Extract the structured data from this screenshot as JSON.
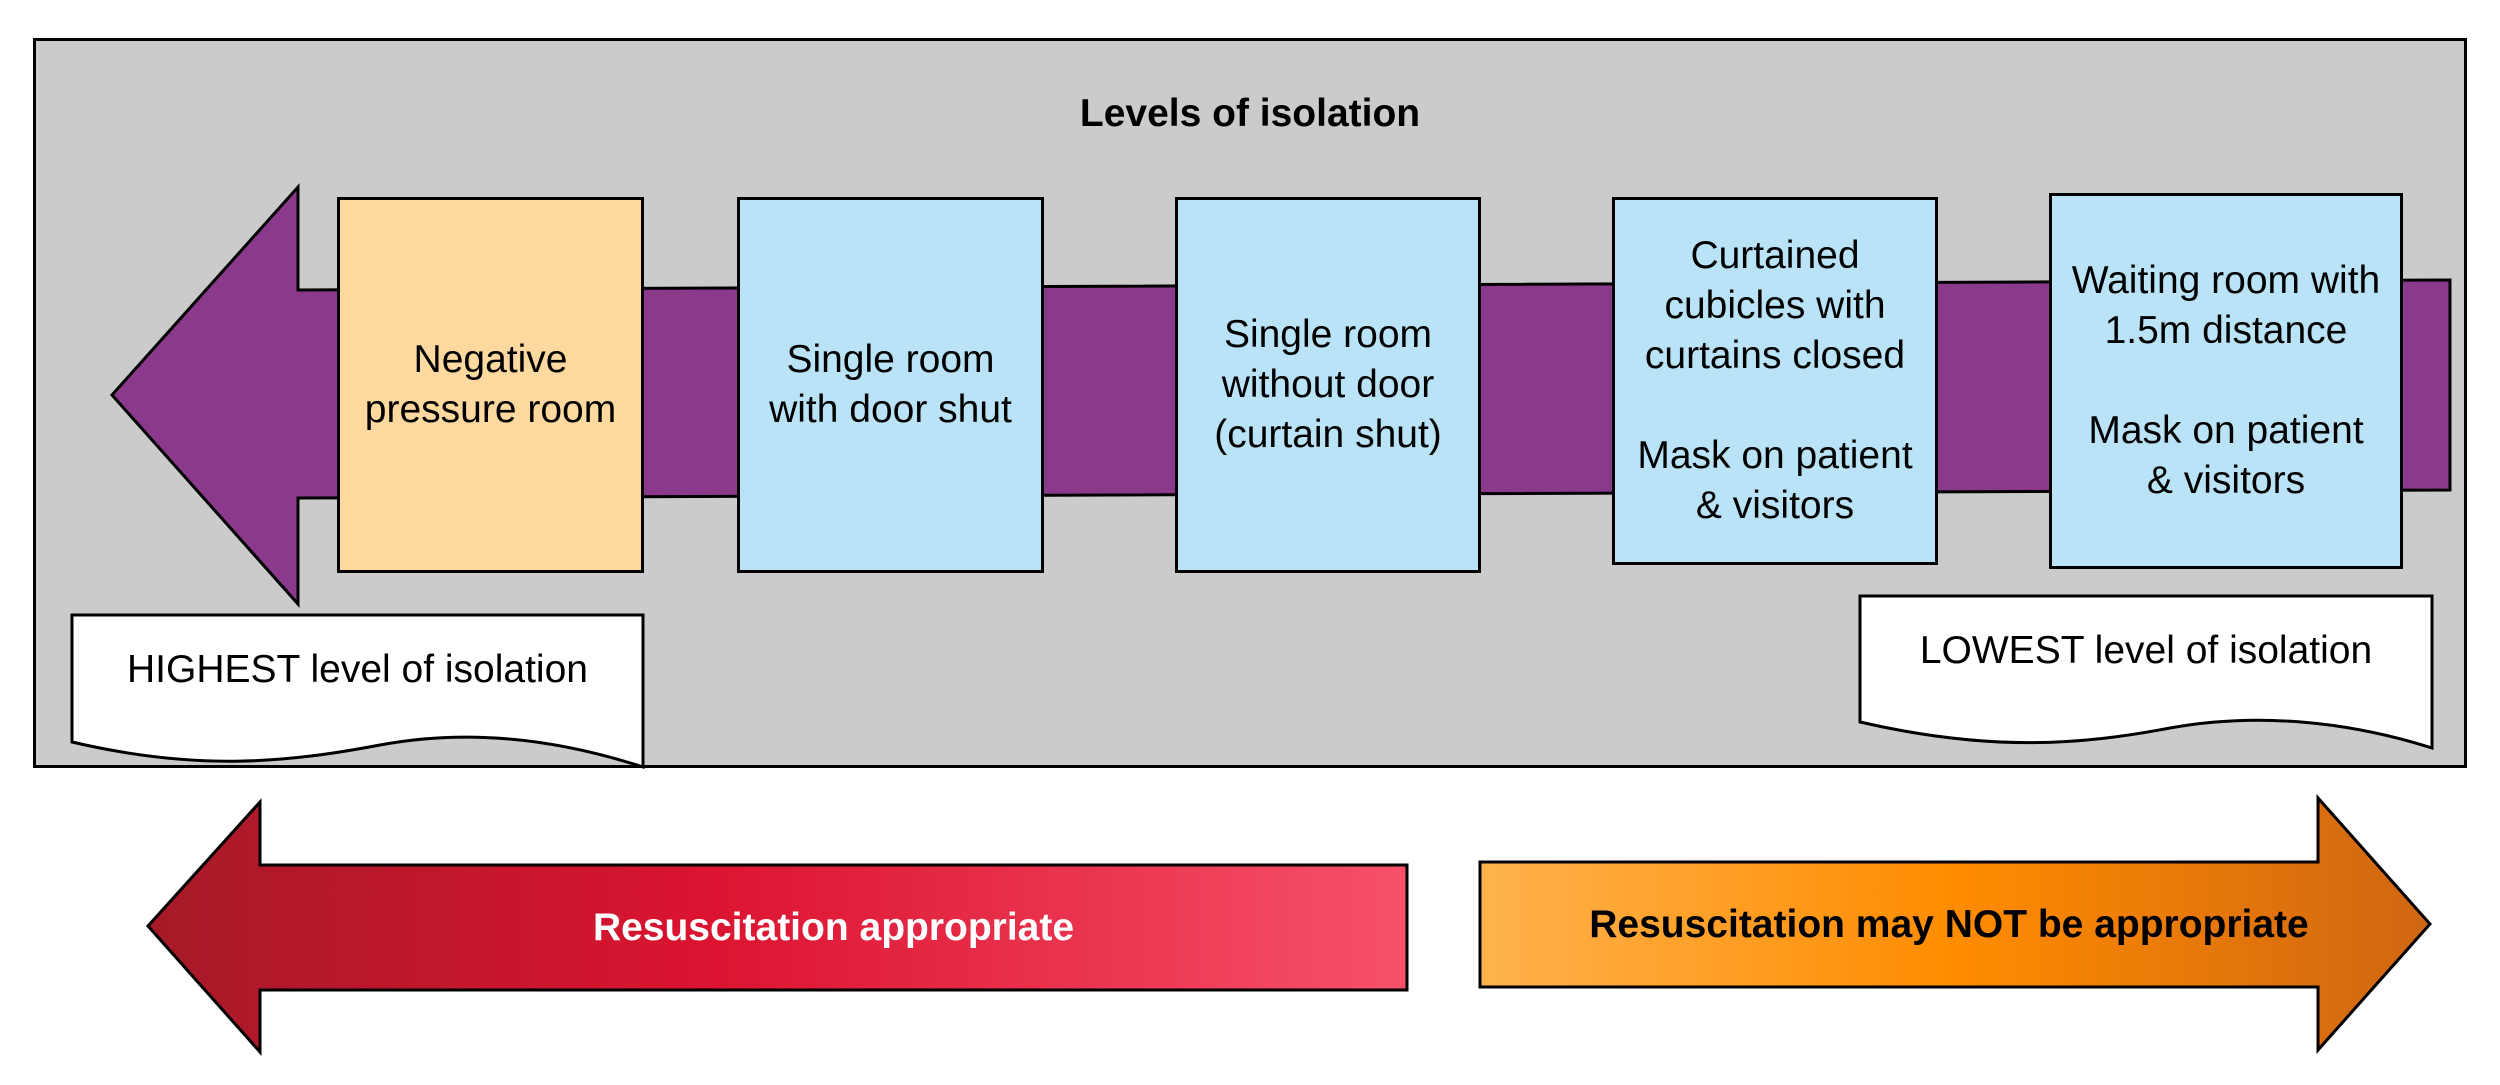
{
  "diagram": {
    "title": "Levels of isolation",
    "levels": [
      {
        "label": "Negative\npressure room",
        "fill": "#fdd9a0"
      },
      {
        "label": "Single room\nwith door shut",
        "fill": "#bae3f7"
      },
      {
        "label": "Single room\nwithout door\n(curtain shut)",
        "fill": "#bae3f7"
      },
      {
        "label": "Curtained\ncubicles with\ncurtains closed\n\nMask on patient\n& visitors",
        "fill": "#bae3f7"
      },
      {
        "label": "Waiting room with\n1.5m distance\n\nMask on patient\n& visitors",
        "fill": "#bae3f7"
      }
    ],
    "highest_note": "HIGHEST level of isolation",
    "lowest_note": "LOWEST level of isolation",
    "flow_color": "#8b3a8b"
  },
  "resuscitation": {
    "appropriate": {
      "label": "Resuscitation appropriate",
      "color_dark": "#a51a28",
      "color_mid": "#dc1431",
      "color_light": "#f7516a"
    },
    "not_appropriate": {
      "label": "Resuscitation may NOT be appropriate",
      "color_light": "#ffb24d",
      "color_mid": "#ff8c00",
      "color_dark": "#cf6612"
    }
  }
}
